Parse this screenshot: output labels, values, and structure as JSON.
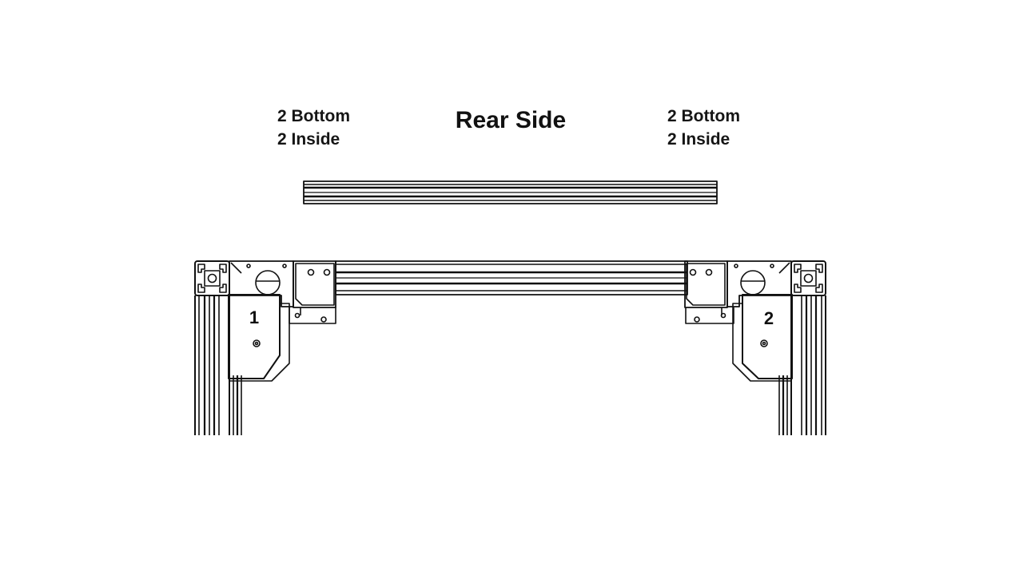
{
  "labels": {
    "left": {
      "line1": "2 Bottom",
      "line2": "2 Inside"
    },
    "title": "Rear Side",
    "right": {
      "line1": "2 Bottom",
      "line2": "2 Inside"
    }
  },
  "callouts": {
    "left": "1",
    "right": "2"
  },
  "colors": {
    "line": "#111111",
    "background": "#ffffff"
  }
}
